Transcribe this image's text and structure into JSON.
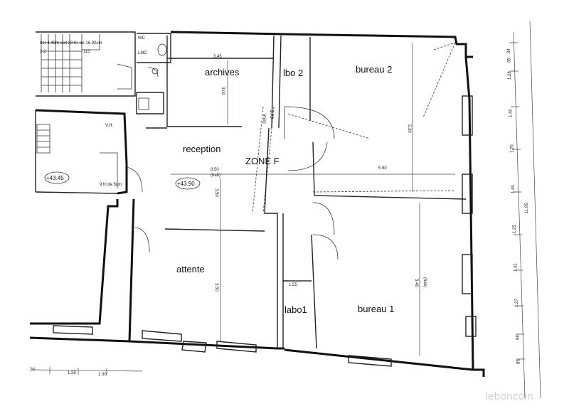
{
  "rooms": {
    "archives": "archives",
    "bureau2": "bureau 2",
    "labo2": "lbo 2",
    "reception": "reception",
    "zone": "ZONE F",
    "attente": "attente",
    "labo1": "labo1",
    "bureau1": "bureau 1"
  },
  "annotations": {
    "header_note": "tter 4.40m soit 28 hl. de 16.92cm",
    "stair_a": "2.2",
    "stair_b": "115",
    "wc": "WC",
    "lave_mains": "LMC",
    "vh": "V.H.",
    "hl_note": "9 hl de 5cm.",
    "level_left": "+43.45",
    "level_center": "+43.90"
  },
  "dimensions": {
    "archives_width": "3.45",
    "archives_depth": "3.00",
    "bureau2_depth": "5.30",
    "bureau2_width": "5.90",
    "reception_width": "8.50",
    "reception_sub": "(hab)",
    "reception_depth": "3.50",
    "corridor": "2.75",
    "corridor_sub": "(min)",
    "attente_depth": "3.50",
    "labo1_width": "1.55",
    "bureau1_depth": "5.40",
    "bureau1_sub": "(hab)",
    "bottom_a": "1.28",
    "bottom_b": "1.30",
    "bottom_start": "2d",
    "right_dims": [
      "34",
      "85",
      "1.28",
      "1.40",
      "1.25",
      "1.40",
      "1.25",
      "1.41",
      "1.27",
      "88",
      "85"
    ],
    "right_total": "11.95"
  },
  "watermark": "leboncoin"
}
